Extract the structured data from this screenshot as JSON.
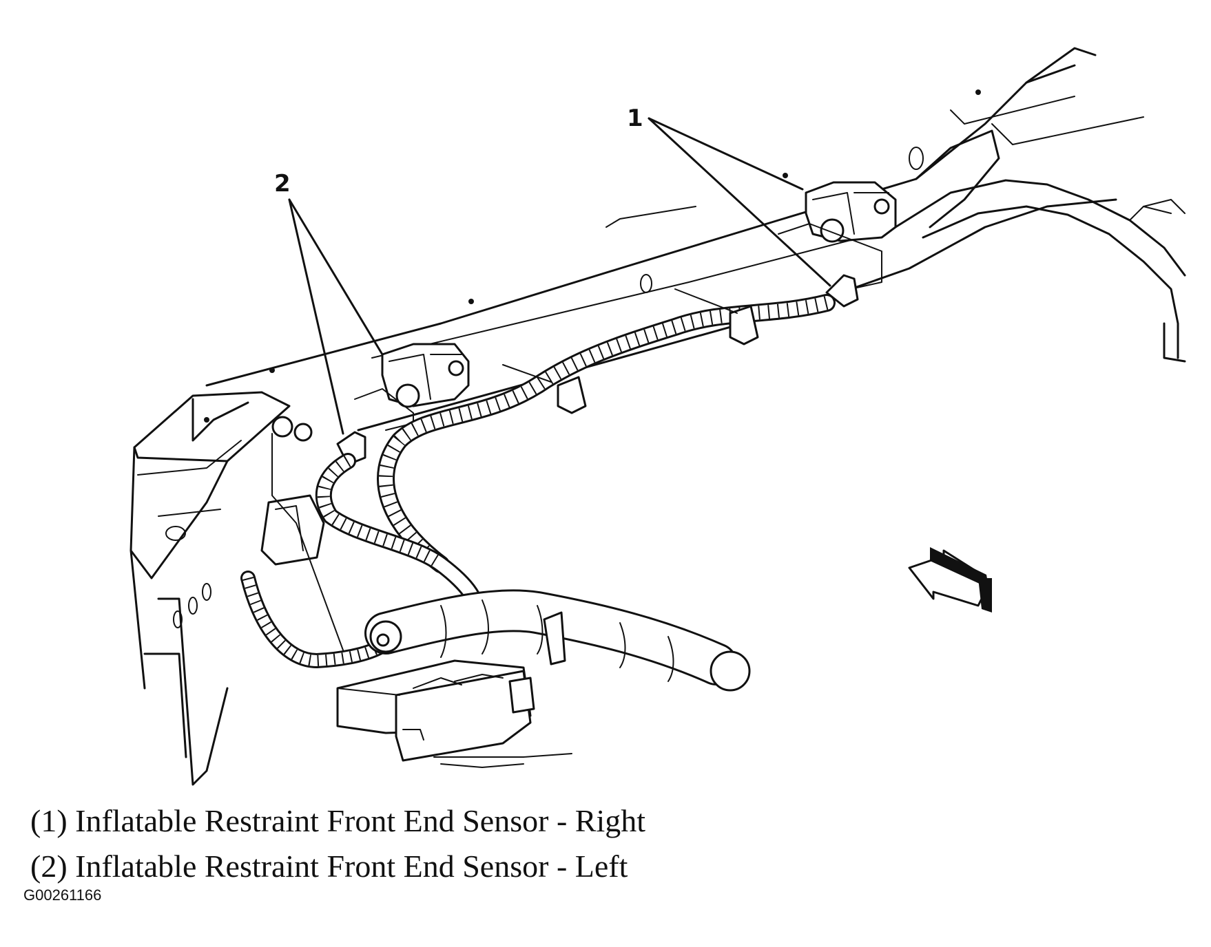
{
  "callouts": {
    "one": "1",
    "two": "2"
  },
  "legend": {
    "item1": "(1) Inflatable Restraint Front End Sensor - Right",
    "item2": "(2) Inflatable Restraint Front End Sensor - Left"
  },
  "figure_id": "G00261166"
}
